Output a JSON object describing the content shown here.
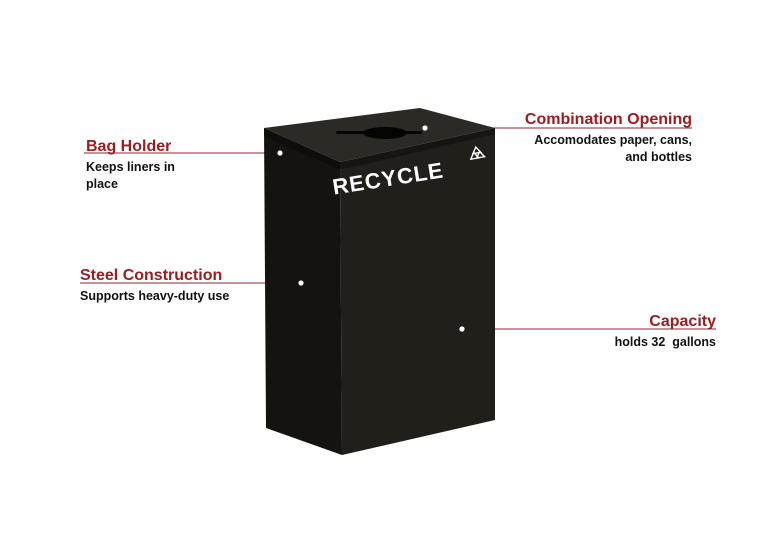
{
  "product": {
    "label": "RECYCLE",
    "icon": "recycle-icon",
    "colors": {
      "bin_body": "#1b1a16",
      "accent": "#9b1b1f",
      "dot": "#ffffff"
    }
  },
  "callouts": {
    "bag_holder": {
      "title": "Bag Holder",
      "desc": "Keeps liners in place"
    },
    "combination_opening": {
      "title": "Combination Opening",
      "desc_line1": "Accomodates paper, cans,",
      "desc_line2": "and bottles"
    },
    "steel_construction": {
      "title": "Steel Construction",
      "desc": "Supports heavy-duty use"
    },
    "capacity": {
      "title": "Capacity",
      "desc": "holds 32  gallons"
    }
  }
}
